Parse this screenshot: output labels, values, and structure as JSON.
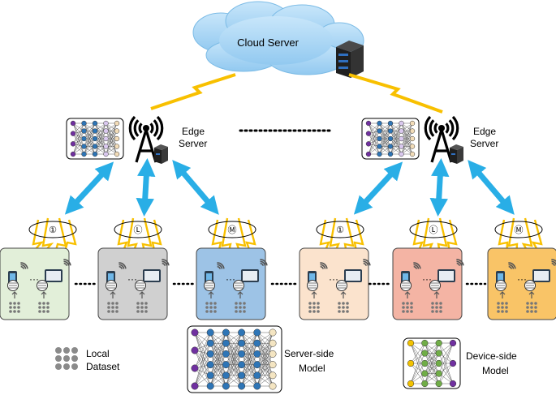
{
  "cloud": {
    "label": "Cloud Server"
  },
  "edge_servers": [
    {
      "line1": "Edge",
      "line2": "Server"
    },
    {
      "line1": "Edge",
      "line2": "Server"
    }
  ],
  "groups": [
    {
      "marker": "①",
      "color": "#e2efd9"
    },
    {
      "marker": "Ⓛ",
      "color": "#d0d0d0"
    },
    {
      "marker": "Ⓜ",
      "color": "#9dc3e6"
    },
    {
      "marker": "①",
      "color": "#fbe3cd"
    },
    {
      "marker": "Ⓛ",
      "color": "#f4b4a4"
    },
    {
      "marker": "Ⓜ",
      "color": "#f9c467"
    }
  ],
  "legend": {
    "local_dataset": {
      "line1": "Local",
      "line2": "Dataset"
    },
    "server_model": {
      "line1": "Server-side",
      "line2": "Model"
    },
    "device_model": {
      "line1": "Device-side",
      "line2": "Model"
    }
  },
  "colors": {
    "link_blue": "#29aee6",
    "wireless_yellow": "#f8c000",
    "cloud_blue": "#a9d6f5"
  }
}
